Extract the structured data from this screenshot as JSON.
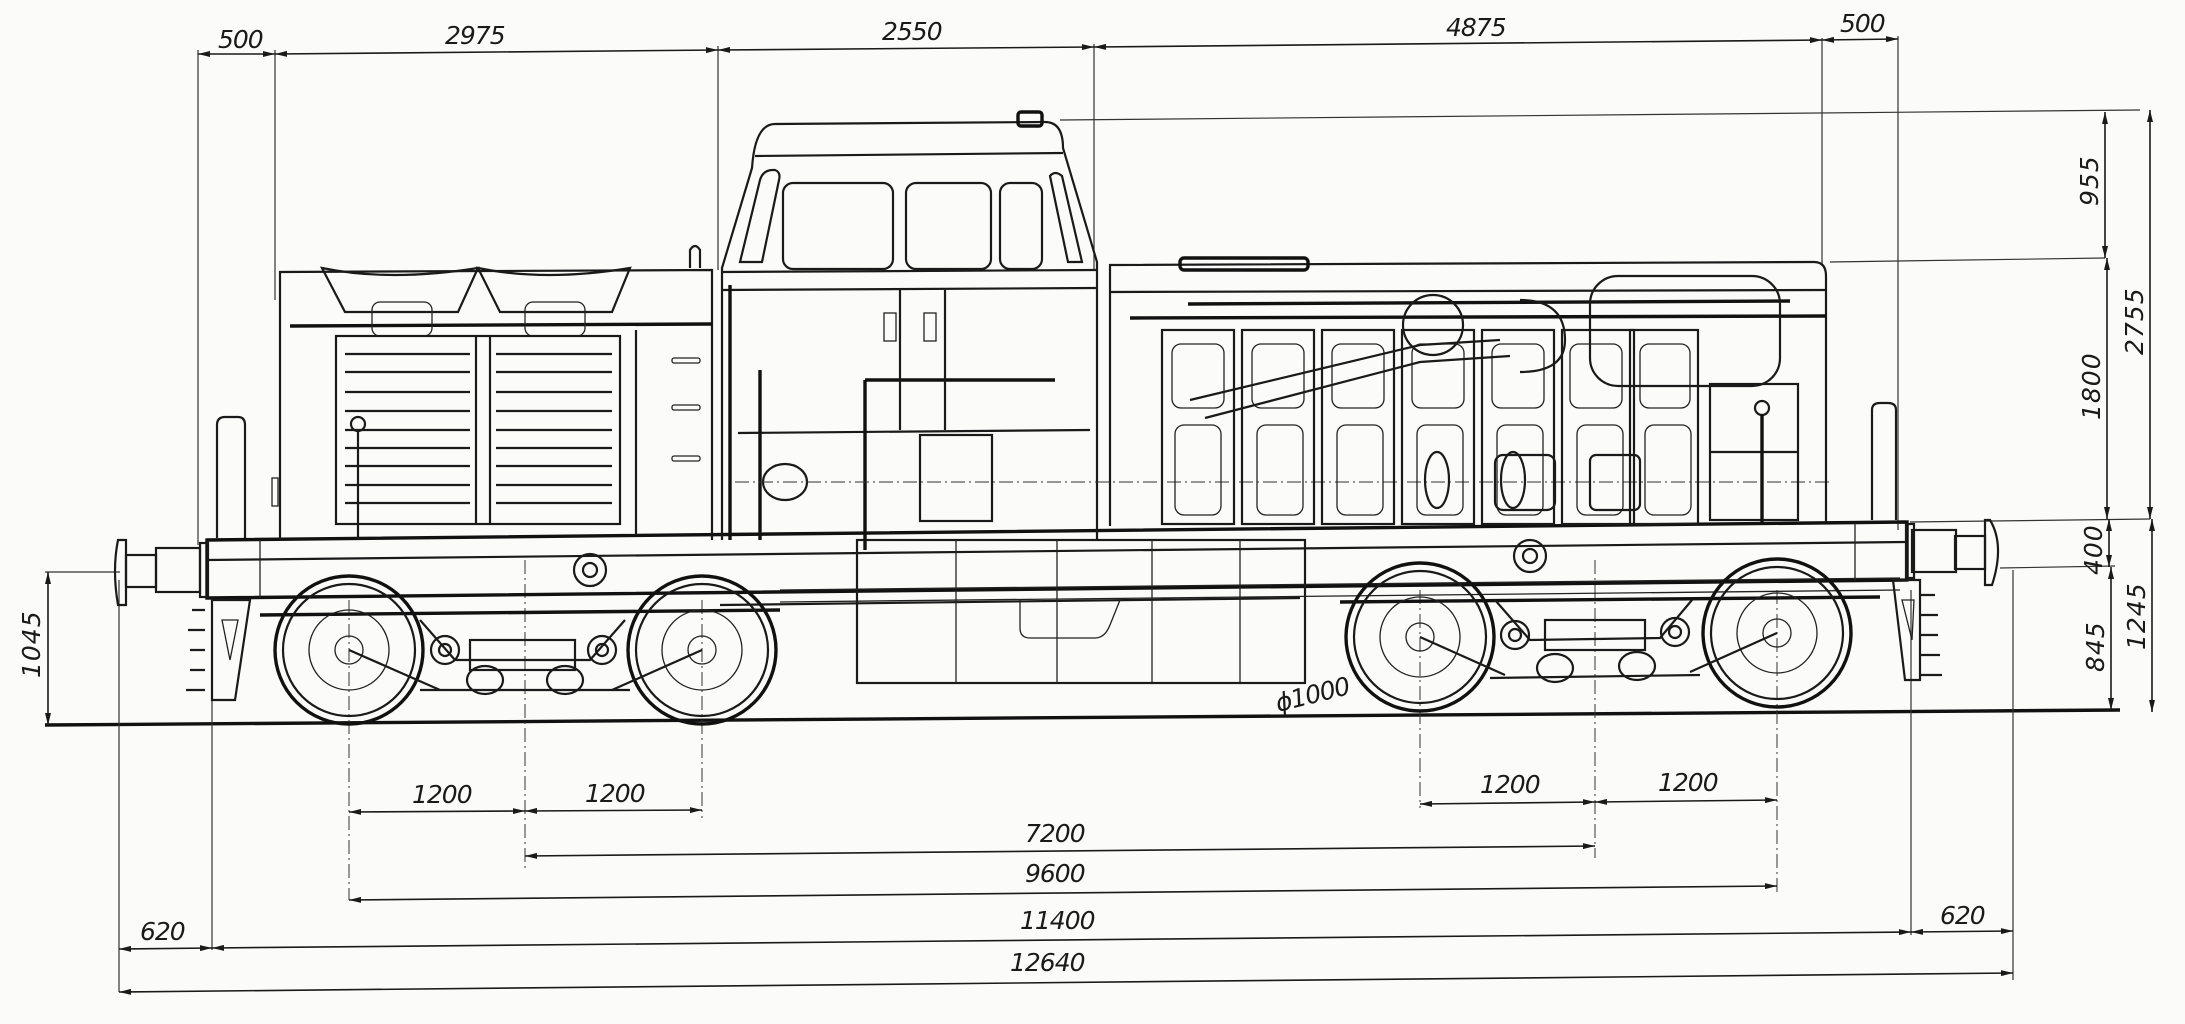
{
  "drawing": {
    "subject": "Diesel locomotive side elevation with dimensions (mm)",
    "units": "mm"
  },
  "top_dimensions": [
    {
      "id": "overhang_left",
      "label": "500"
    },
    {
      "id": "short_hood",
      "label": "2975"
    },
    {
      "id": "cab",
      "label": "2550"
    },
    {
      "id": "long_hood",
      "label": "4875"
    },
    {
      "id": "overhang_right",
      "label": "500"
    }
  ],
  "right_dimensions": [
    {
      "id": "cab_above_hood",
      "label": "955"
    },
    {
      "id": "hood_height",
      "label": "1800"
    },
    {
      "id": "frame_depth",
      "label": "400"
    },
    {
      "id": "buffer_height",
      "label": "845"
    },
    {
      "id": "body_height",
      "label": "2755"
    },
    {
      "id": "frame_top_height",
      "label": "1245"
    }
  ],
  "left_dimensions": [
    {
      "id": "buffer_centre_height",
      "label": "1045"
    }
  ],
  "bottom_dimensions": [
    {
      "id": "bogie1_axle_spacing_a",
      "label": "1200"
    },
    {
      "id": "bogie1_axle_spacing_b",
      "label": "1200"
    },
    {
      "id": "bogie2_axle_spacing_a",
      "label": "1200"
    },
    {
      "id": "bogie2_axle_spacing_b",
      "label": "1200"
    },
    {
      "id": "bogie_centres",
      "label": "7200"
    },
    {
      "id": "total_wheelbase",
      "label": "9600"
    },
    {
      "id": "frame_length",
      "label": "11400"
    },
    {
      "id": "buffer_overhang_left",
      "label": "620"
    },
    {
      "id": "buffer_overhang_right",
      "label": "620"
    },
    {
      "id": "length_over_buffers",
      "label": "12640"
    }
  ],
  "annotations": {
    "wheel_diameter": "ϕ1000"
  }
}
